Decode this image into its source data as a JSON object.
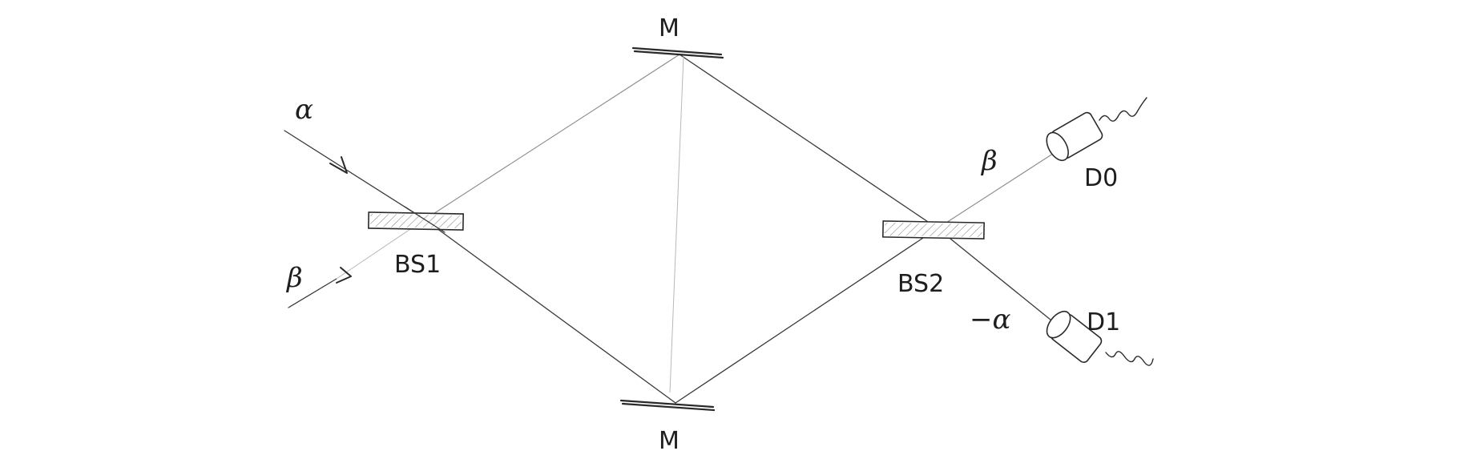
{
  "labels": {
    "mirror_top": "M",
    "mirror_bottom": "M",
    "beam_splitter_1": "BS1",
    "beam_splitter_2": "BS2",
    "detector_0": "D0",
    "detector_1": "D1",
    "input_alpha": "α",
    "input_beta": "β",
    "output_beta": "β",
    "output_minus_alpha": "−α"
  },
  "colors": {
    "ink": "#2a2a2a",
    "background": "#ffffff"
  }
}
